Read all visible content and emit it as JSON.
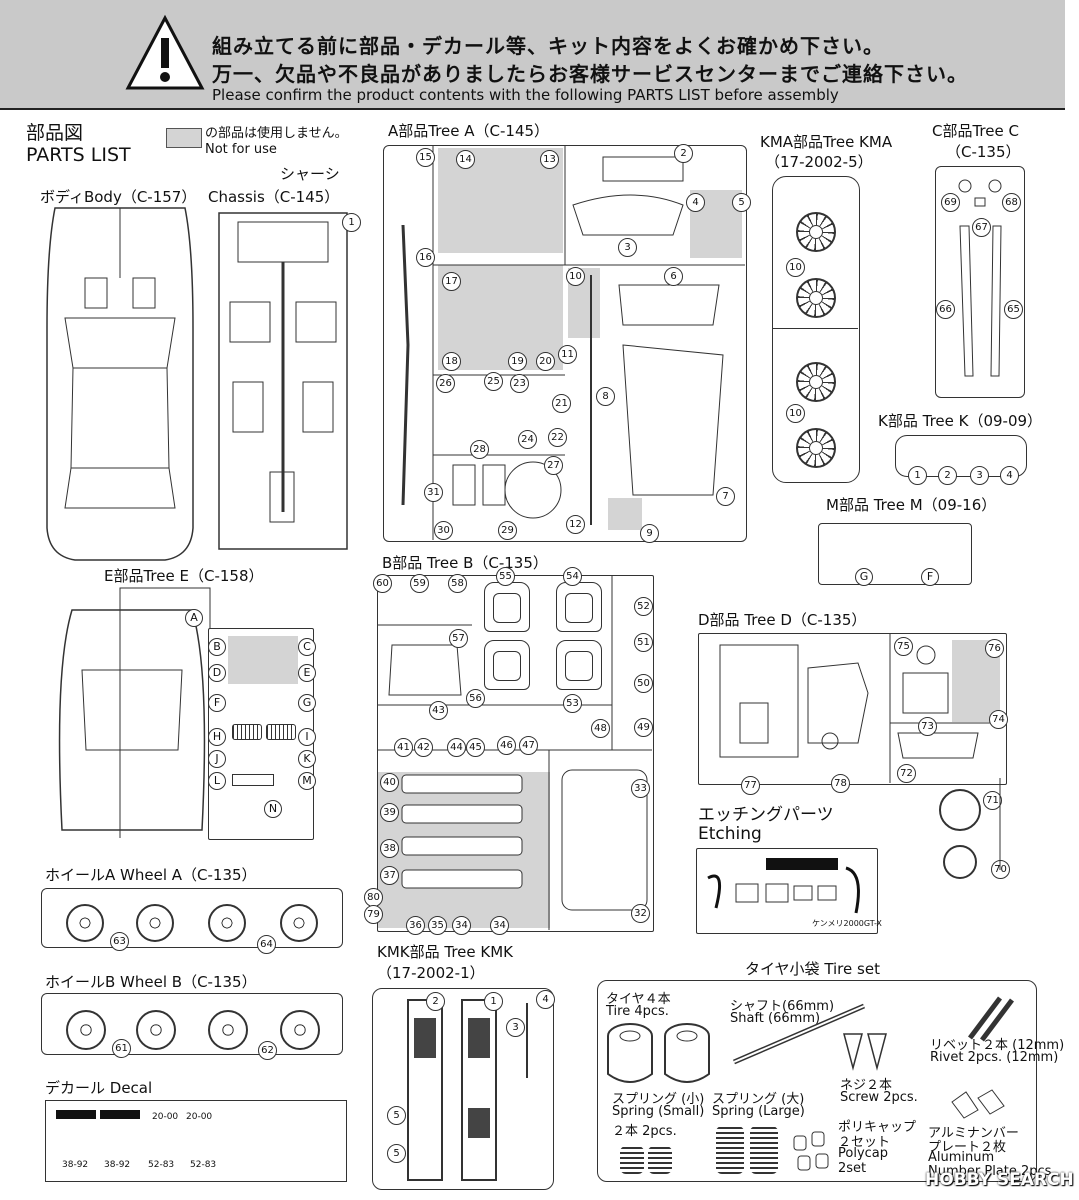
{
  "header": {
    "warning_jp_1": "組み立てる前に部品・デカール等、キット内容をよくお確かめ下さい。",
    "warning_jp_2": "万一、欠品や不良品がありましたらお客様サービスセンターまでご連絡下さい。",
    "warning_en": "Please confirm the product contents with the following PARTS LIST before assembly"
  },
  "legend": {
    "title_jp": "部品図",
    "title_en": "PARTS LIST",
    "not_use_jp": "の部品は使用しません。",
    "not_use_en": "Not for use"
  },
  "trees": {
    "body": "ボディBody（C-157）",
    "chassis_jp": "シャーシ",
    "chassis": "Chassis（C-145）",
    "a": "A部品Tree A（C-145）",
    "kma_1": "KMA部品Tree KMA",
    "kma_2": "（17-2002-5）",
    "c_1": "C部品Tree C",
    "c_2": "（C-135）",
    "k": "K部品 Tree K（09-09）",
    "m": "M部品 Tree M（09-16）",
    "e": "E部品Tree E（C-158）",
    "b": "B部品 Tree B（C-135）",
    "d": "D部品 Tree D（C-135）",
    "etching_jp": "エッチングパーツ",
    "etching_en": "Etching",
    "wheel_a": "ホイールA Wheel A（C-135）",
    "wheel_b": "ホイールB Wheel B（C-135）",
    "kmk_1": "KMK部品 Tree KMK",
    "kmk_2": "（17-2002-1）",
    "decal": "デカール Decal",
    "tire_set": "タイヤ小袋 Tire set"
  },
  "tire_set": {
    "tire_jp": "タイヤ４本",
    "tire_en": "Tire 4pcs.",
    "shaft_jp": "シャフト(66mm)",
    "shaft_en": "Shaft (66mm)",
    "rivet_jp": "リベット２本 (12mm)",
    "rivet_en": "Rivet 2pcs. (12mm)",
    "screw_jp": "ネジ２本",
    "screw_en": "Screw 2pcs.",
    "spring_s_jp": "スプリング (小)",
    "spring_s_en": "Spring (Small)",
    "spring_s_qty": "２本 2pcs.",
    "spring_l_jp": "スプリング (大)",
    "spring_l_en": "Spring (Large)",
    "poly_jp": "ポリキャップ",
    "poly_qty": "２セット",
    "poly_en": "Polycap",
    "poly_en2": "2set",
    "plate_jp": "アルミナンバー",
    "plate_jp2": "プレート２枚",
    "plate_en": "Aluminum",
    "plate_en2": "Number Plate 2pcs."
  },
  "etching_caption": "ケンメリ2000GT-X",
  "watermark": "HOBBY SEARCH",
  "part_numbers": {
    "chassis": [
      "1"
    ],
    "a": [
      "15",
      "14",
      "13",
      "2",
      "4",
      "5",
      "3",
      "16",
      "10",
      "6",
      "17",
      "18",
      "19",
      "20",
      "11",
      "8",
      "26",
      "25",
      "23",
      "21",
      "24",
      "22",
      "28",
      "27",
      "31",
      "30",
      "29",
      "12",
      "9",
      "7"
    ],
    "kma": [
      "10",
      "10"
    ],
    "c": [
      "69",
      "67",
      "68",
      "66",
      "65"
    ],
    "k": [
      "1",
      "2",
      "3",
      "4"
    ],
    "b": [
      "60",
      "59",
      "58",
      "55",
      "54",
      "52",
      "57",
      "51",
      "50",
      "56",
      "53",
      "43",
      "48",
      "49",
      "41",
      "42",
      "44",
      "45",
      "46",
      "47",
      "40",
      "33",
      "39",
      "38",
      "37",
      "80",
      "79",
      "36",
      "35",
      "34",
      "34",
      "32"
    ],
    "d": [
      "75",
      "76",
      "73",
      "74",
      "72",
      "71",
      "70",
      "77",
      "78"
    ],
    "wheel_a": [
      "63",
      "64"
    ],
    "wheel_b": [
      "61",
      "62"
    ],
    "kmk": [
      "2",
      "1",
      "4",
      "3",
      "5",
      "5"
    ]
  },
  "part_letters": {
    "e": [
      "A",
      "B",
      "C",
      "D",
      "E",
      "F",
      "G",
      "H",
      "I",
      "J",
      "K",
      "L",
      "M",
      "N"
    ],
    "m": [
      "G",
      "F"
    ]
  },
  "decal_texts": [
    "20-00",
    "20-00",
    "38-92",
    "38-92",
    "52-83",
    "52-83"
  ],
  "colors": {
    "header_bg": "#c9c9c9",
    "not_use_gray": "#d4d4d4",
    "line": "#333333"
  }
}
